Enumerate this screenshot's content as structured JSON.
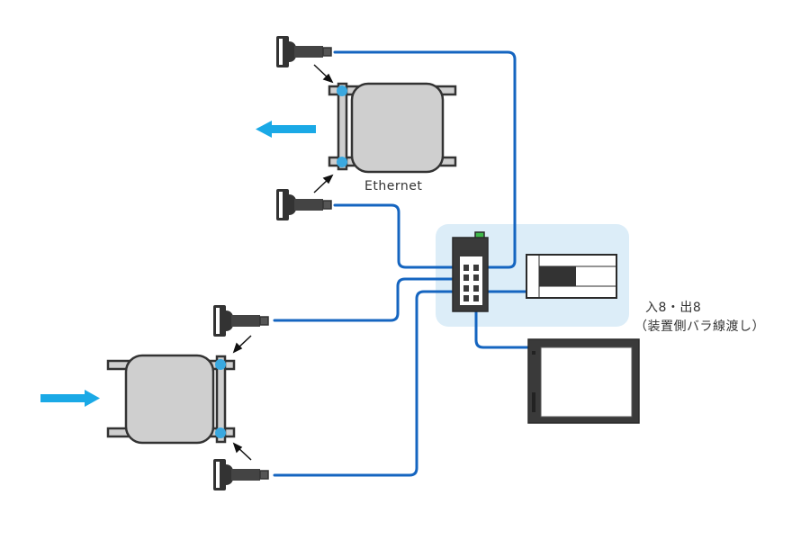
{
  "labels": {
    "ethernet": "Ethernet",
    "io_line1": "入8・出8",
    "io_line2": "（装置側バラ線渡し）"
  },
  "colors": {
    "cable": "#1565c0",
    "flow_arrow": "#1aa9e6",
    "highlight_bg": "#dcedf8",
    "device_body": "#cfcfcf",
    "device_outline": "#3a3a3a",
    "status_led": "#3fb94a",
    "fitting": "#3aa8df"
  },
  "components": {
    "upper_unit": {
      "type": "cylinder-valve",
      "flow_direction": "left"
    },
    "lower_unit": {
      "type": "cylinder-valve",
      "flow_direction": "right"
    },
    "switch": {
      "type": "ethernet-switch",
      "ports": 8
    },
    "io_module": {
      "type": "io-unit",
      "inputs": 8,
      "outputs": 8
    },
    "hmi_panel": {
      "type": "touch-panel"
    }
  },
  "connectors": [
    "upper-top-sensor",
    "upper-bottom-sensor",
    "lower-top-sensor",
    "lower-bottom-sensor"
  ]
}
